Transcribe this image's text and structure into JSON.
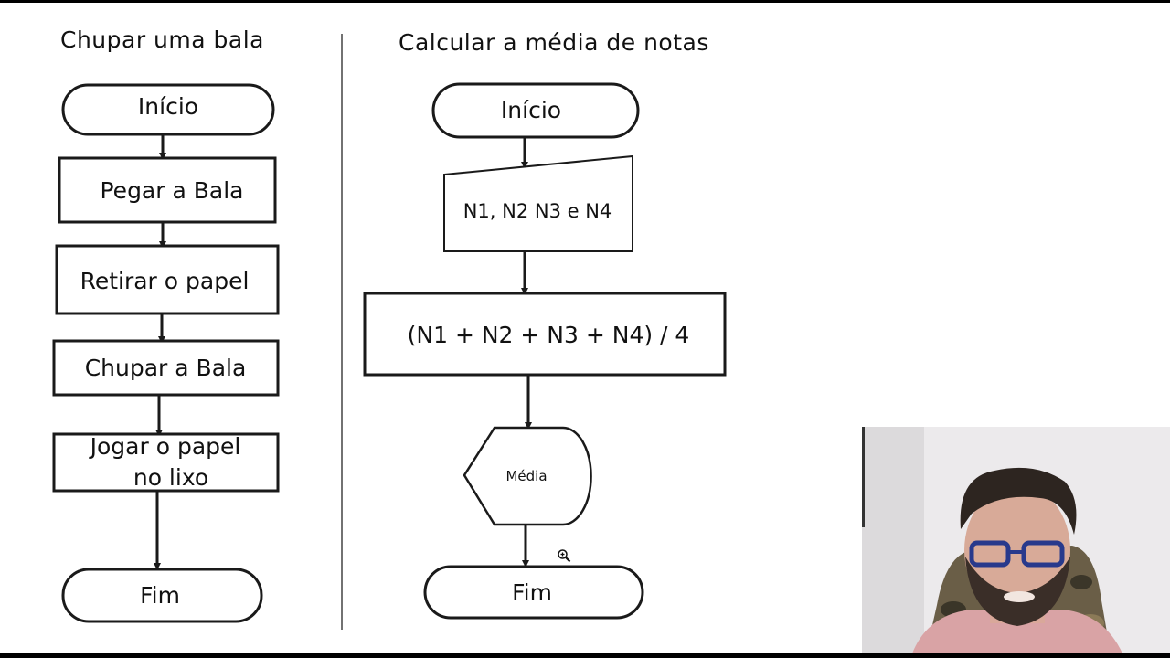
{
  "diagram_left": {
    "title": "Chupar uma bala",
    "nodes": {
      "inicio": "Início",
      "pegar": "Pegar a Bala",
      "retirar": "Retirar o papel",
      "chupar": "Chupar a Bala",
      "jogar_line1": "Jogar o papel",
      "jogar_line2": "no lixo",
      "fim": "Fim"
    }
  },
  "diagram_right": {
    "title": "Calcular a média de notas",
    "nodes": {
      "inicio": "Início",
      "entrada": "N1, N2 N3 e N4",
      "processo": "(N1 + N2 + N3 + N4) / 4",
      "saida": "Média",
      "fim": "Fim"
    }
  },
  "icons": {
    "cursor": "zoom-in-cursor-icon"
  },
  "colors": {
    "background": "#ffffff",
    "outer_frame": "#000000",
    "stroke": "#1a1a1a"
  }
}
